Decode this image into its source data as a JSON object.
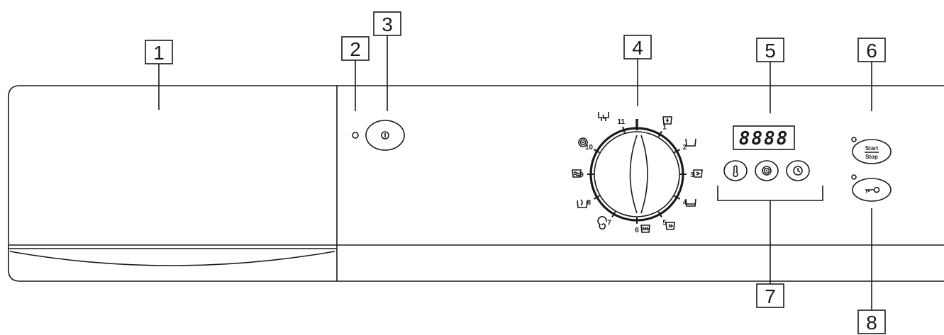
{
  "callouts": [
    "1",
    "2",
    "3",
    "4",
    "5",
    "6",
    "7",
    "8"
  ],
  "dial": {
    "numbers": [
      "1",
      "2",
      "3",
      "4",
      "5",
      "6",
      "7",
      "8",
      "9",
      "10",
      "11"
    ]
  },
  "display": {
    "digits": "8888"
  },
  "buttons": {
    "start": "Start",
    "stop": "Stop"
  },
  "icons": {
    "power": "power-icon",
    "temperature": "thermometer-icon",
    "spin": "spin-icon",
    "delay": "clock-icon",
    "lock": "key-icon"
  }
}
